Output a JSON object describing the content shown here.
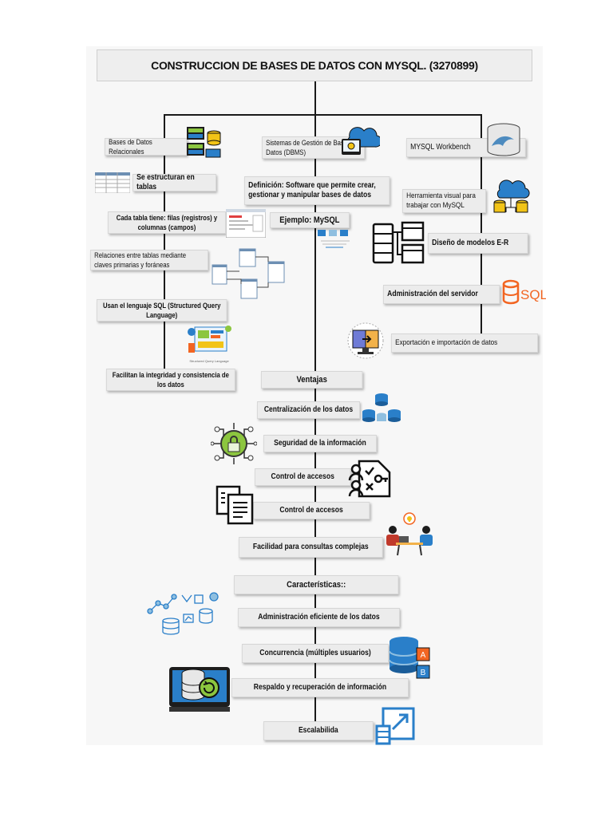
{
  "title": "CONSTRUCCION DE BASES DE DATOS CON MYSQL. (3270899)",
  "left_column": {
    "header": "Bases de Datos Relacionales",
    "items": [
      "Se estructuran en tablas",
      "Cada tabla tiene: filas (registros) y columnas (campos)",
      "Relaciones entre tablas mediante claves primarias y foráneas",
      "Usan el lenguaje SQL (Structured Query Language)",
      "Facilitan la integridad y consistencia de los datos"
    ],
    "sql_icon_caption": "Structured Query Language"
  },
  "center_column": {
    "header": "Sistemas de Gestión de Base de Datos (DBMS)",
    "definition": "Definición: Software que permite crear, gestionar y manipular bases de datos",
    "example": "Ejemplo: MySQL",
    "ventajas_header": "Ventajas",
    "ventajas": [
      "Centralización de los datos",
      "Seguridad de la información",
      "Control de accesos",
      "Control de accesos",
      "Facilidad para consultas complejas"
    ],
    "caracteristicas_header": "Características::",
    "caracteristicas": [
      "Administración eficiente de los datos",
      "Concurrencia (múltiples usuarios)",
      "Respaldo y recuperación de información",
      "Escalabilida"
    ]
  },
  "right_column": {
    "header": "MYSQL Workbench",
    "items": [
      "Herramienta visual para trabajar con MySQL",
      "Diseño de modelos E-R",
      "Administración del servidor",
      "Exportación e importación de datos"
    ],
    "sql_logo_text": "SQL"
  },
  "colors": {
    "box_fill": "#ececec",
    "line": "#1a1a1a",
    "accent_blue": "#2a7fc9",
    "accent_yellow": "#f2c417",
    "accent_green": "#8cc63f",
    "accent_orange": "#f26522"
  }
}
